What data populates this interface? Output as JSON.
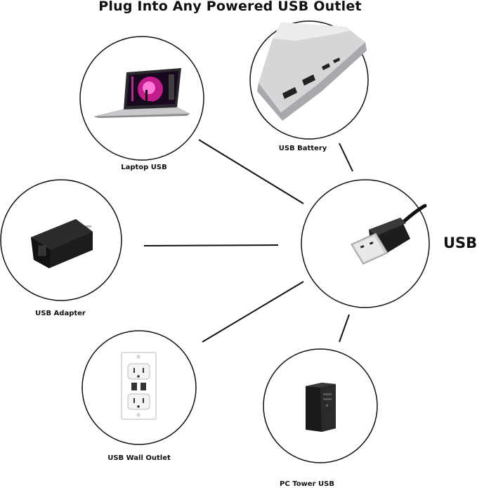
{
  "title": "Plug Into Any Powered USB Outlet",
  "center_label": "USB",
  "devices": [
    {
      "label": "Laptop USB"
    },
    {
      "label": "USB Battery"
    },
    {
      "label": "USB Adapter"
    },
    {
      "label": "USB Wall Outlet"
    },
    {
      "label": "PC Tower USB"
    }
  ]
}
